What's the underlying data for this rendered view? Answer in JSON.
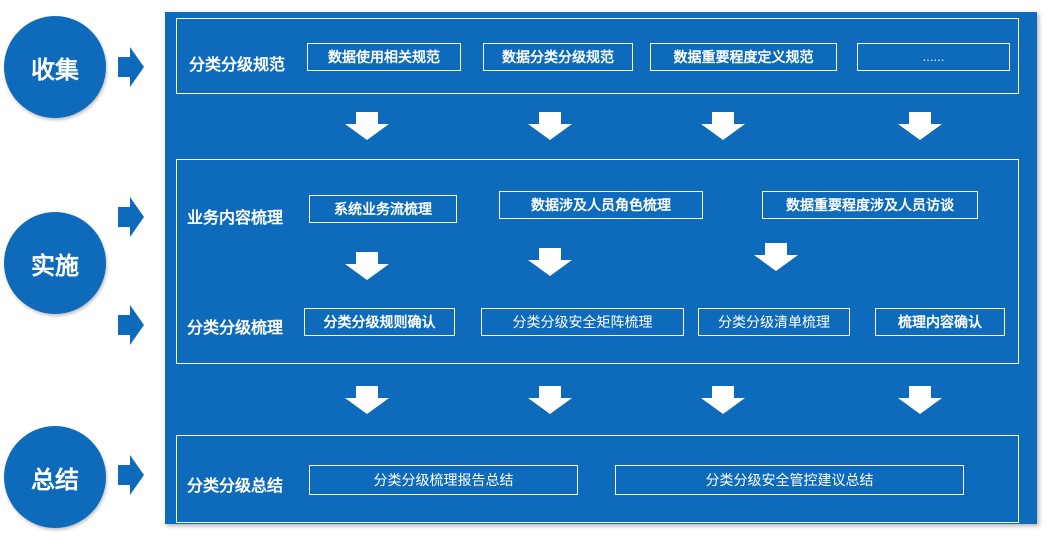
{
  "stages": [
    {
      "label": "收集"
    },
    {
      "label": "实施"
    },
    {
      "label": "总结"
    }
  ],
  "rows": {
    "collect": {
      "label": "分类分级规范",
      "items": [
        "数据使用相关规范",
        "数据分类分级规范",
        "数据重要程度定义规范",
        "……"
      ]
    },
    "business": {
      "label": "业务内容梳理",
      "items": [
        "系统业务流梳理",
        "数据涉及人员角色梳理",
        "数据重要程度涉及人员访谈"
      ]
    },
    "classify": {
      "label": "分类分级梳理",
      "items": [
        "分类分级规则确认",
        "分类分级安全矩阵梳理",
        "分类分级清单梳理",
        "梳理内容确认"
      ]
    },
    "summary": {
      "label": "分类分级总结",
      "items": [
        "分类分级梳理报告总结",
        "分类分级安全管控建议总结"
      ]
    }
  },
  "colors": {
    "primary": "#0e6bbb",
    "text": "#ffffff"
  }
}
